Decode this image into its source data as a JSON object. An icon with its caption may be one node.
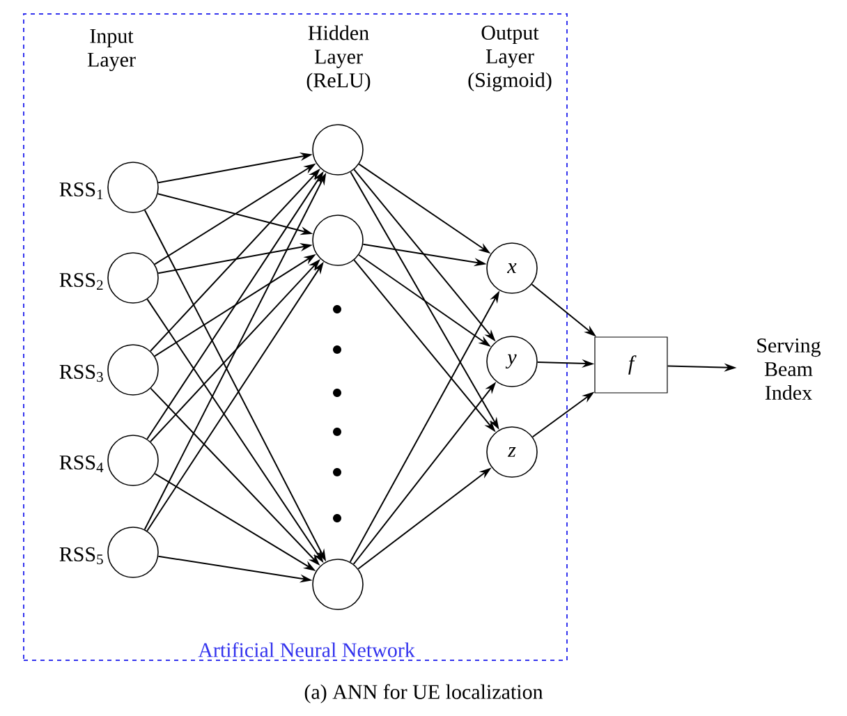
{
  "diagram": {
    "caption": "(a) ANN for UE localization",
    "nodes": [
      {
        "text": [
          "Artificial Neural Network"
        ]
      },
      {
        "text": [],
        "shape": "circle",
        "in": 0,
        "beside": [
          "RSS$_{1}$"
        ]
      },
      {
        "text": [],
        "shape": "circle",
        "in": 0,
        "beside": [
          "RSS$_{2}$"
        ]
      },
      {
        "text": [],
        "shape": "circle",
        "in": 0,
        "beside": [
          "RSS$_{3}$"
        ]
      },
      {
        "text": [],
        "shape": "circle",
        "in": 0,
        "beside": [
          "RSS$_{4}$"
        ]
      },
      {
        "text": [],
        "shape": "circle",
        "in": 0,
        "beside": [
          "RSS$_{5}$"
        ]
      },
      {
        "text": [],
        "shape": "circle",
        "in": 0
      },
      {
        "text": [],
        "shape": "circle",
        "in": 0
      },
      {
        "text": [],
        "shape": "circle",
        "in": 0
      },
      {
        "text": [
          "x"
        ],
        "in": 0
      },
      {
        "text": [
          "y"
        ],
        "in": 0
      },
      {
        "text": [
          "z"
        ],
        "in": 0
      },
      {
        "text": [
          "f"
        ]
      },
      {
        "text": [
          "Serving Beam Index"
        ]
      }
    ],
    "edges": [
      {
        "from": 1,
        "to": 6,
        "arrow": "to"
      },
      {
        "from": 1,
        "to": 7,
        "arrow": "to"
      },
      {
        "from": 1,
        "to": 8,
        "arrow": "to"
      },
      {
        "from": 2,
        "to": 6,
        "arrow": "to"
      },
      {
        "from": 2,
        "to": 7,
        "arrow": "to"
      },
      {
        "from": 2,
        "to": 8,
        "arrow": "to"
      },
      {
        "from": 3,
        "to": 6,
        "arrow": "to"
      },
      {
        "from": 3,
        "to": 7,
        "arrow": "to"
      },
      {
        "from": 3,
        "to": 8,
        "arrow": "to"
      },
      {
        "from": 4,
        "to": 6,
        "arrow": "to"
      },
      {
        "from": 4,
        "to": 7,
        "arrow": "to"
      },
      {
        "from": 4,
        "to": 8,
        "arrow": "to"
      },
      {
        "from": 5,
        "to": 6,
        "arrow": "to"
      },
      {
        "from": 5,
        "to": 7,
        "arrow": "to"
      },
      {
        "from": 5,
        "to": 8,
        "arrow": "to"
      },
      {
        "from": 6,
        "to": 9,
        "arrow": "to"
      },
      {
        "from": 6,
        "to": 10,
        "arrow": "to"
      },
      {
        "from": 6,
        "to": 11,
        "arrow": "to"
      },
      {
        "from": 7,
        "to": 9,
        "arrow": "to"
      },
      {
        "from": 7,
        "to": 10,
        "arrow": "to"
      },
      {
        "from": 7,
        "to": 11,
        "arrow": "to"
      },
      {
        "from": 8,
        "to": 9,
        "arrow": "to"
      },
      {
        "from": 8,
        "to": 10,
        "arrow": "to"
      },
      {
        "from": 8,
        "to": 11,
        "arrow": "to"
      },
      {
        "from": 9,
        "to": 12,
        "arrow": "to"
      },
      {
        "from": 10,
        "to": 12,
        "arrow": "to"
      },
      {
        "from": 11,
        "to": 12,
        "arrow": "to"
      },
      {
        "from": 12,
        "to": 13,
        "arrow": "to"
      }
    ],
    "labels": [
      "Input Layer",
      "Hidden Layer (ReLU)",
      "Output Layer (Sigmoid)"
    ]
  }
}
